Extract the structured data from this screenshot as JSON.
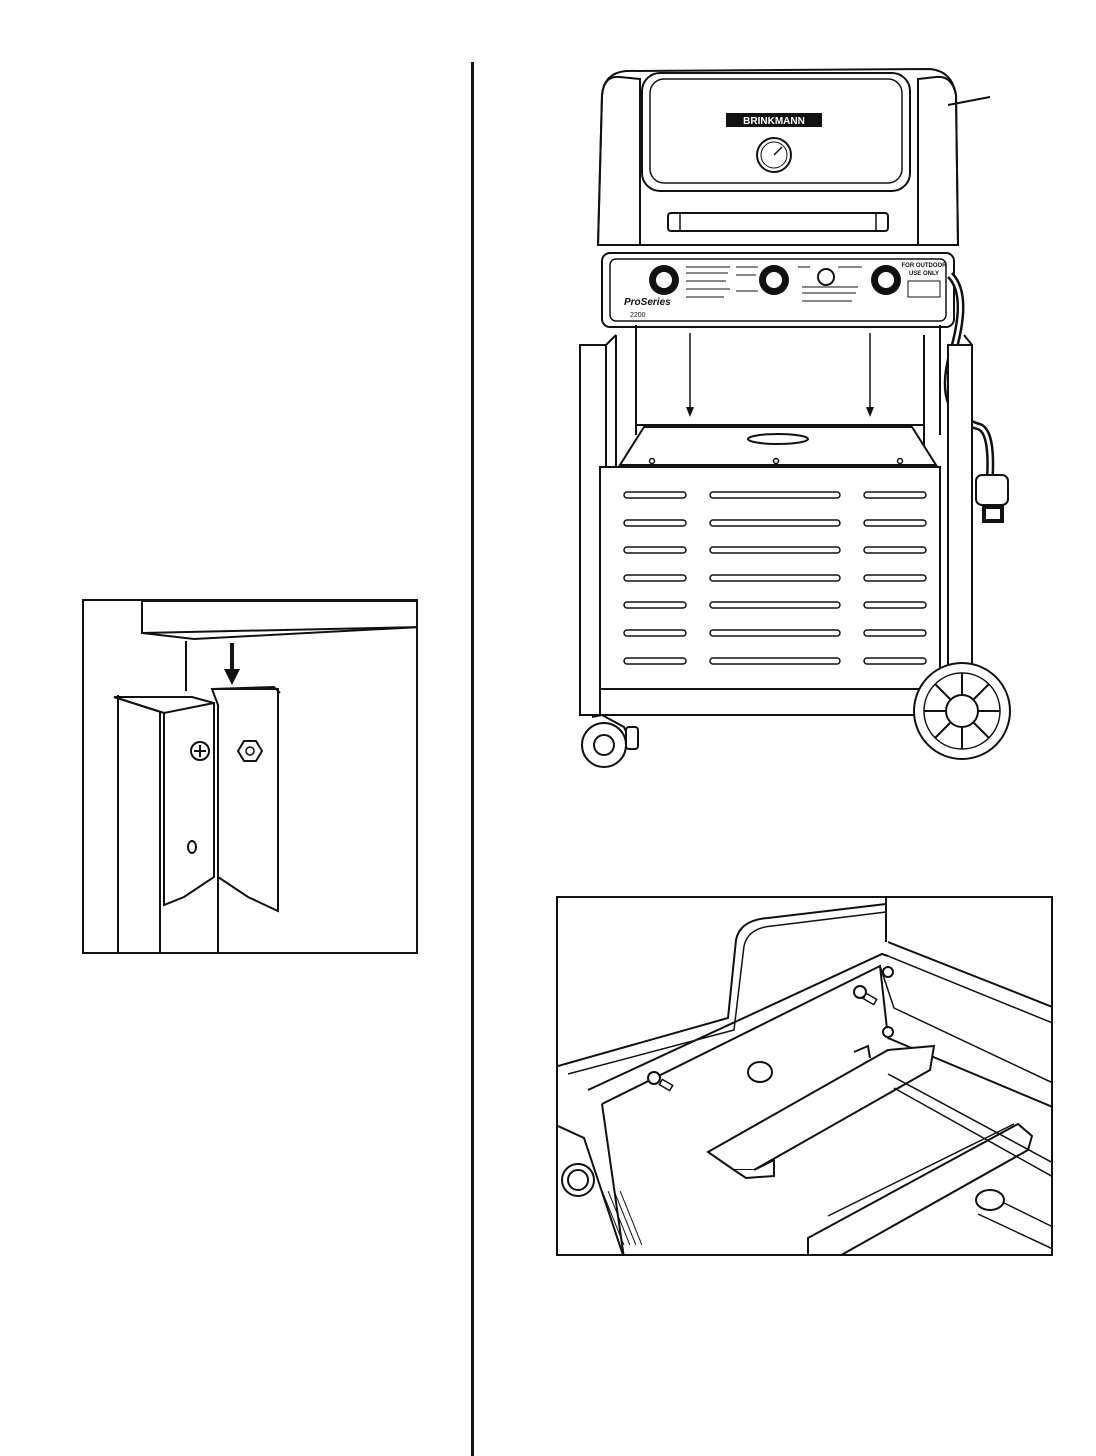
{
  "grill": {
    "brand": "BRINKMANN",
    "series_script": "ProSeries",
    "model_number": "2200",
    "outdoor_warning_line1": "FOR OUTDOOR",
    "outdoor_warning_line2": "USE ONLY"
  },
  "icons": {
    "down_arrow": "down-arrow-icon",
    "bolt": "bolt-icon",
    "nut": "nut-icon"
  },
  "colors": {
    "line": "#111111",
    "paper": "#ffffff",
    "shade": "#d9d9d9"
  }
}
